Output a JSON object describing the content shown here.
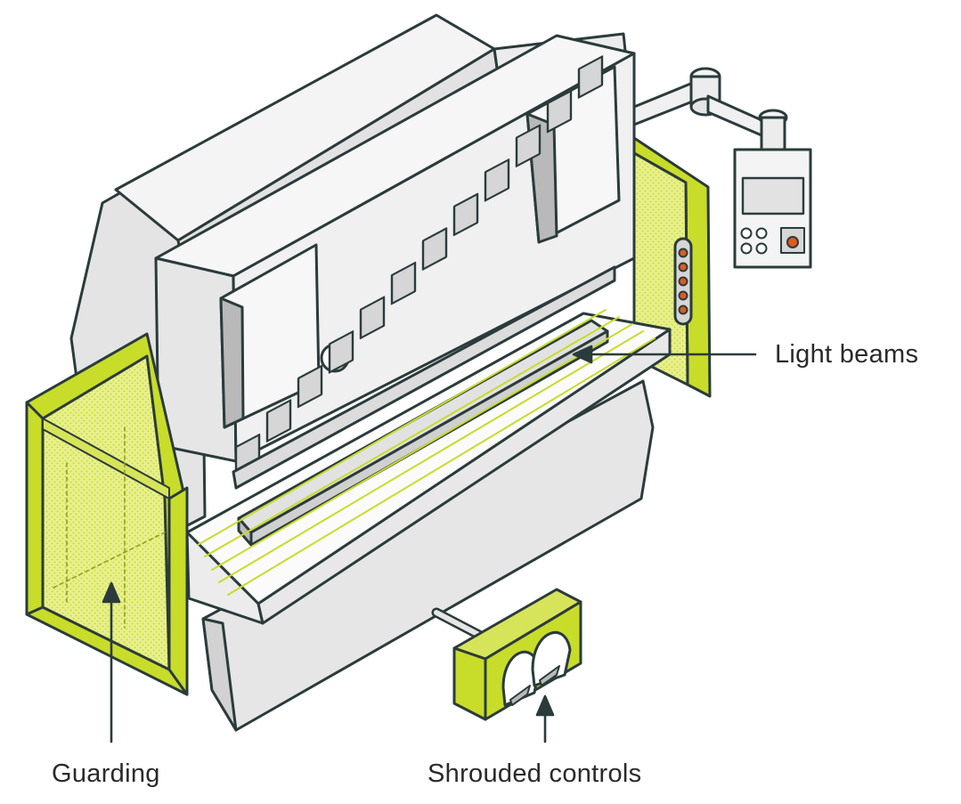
{
  "labels": {
    "light_beams": "Light beams",
    "guarding": "Guarding",
    "shrouded_controls": "Shrouded controls"
  },
  "colors": {
    "outline": "#2b3b3b",
    "machine_light": "#f2f2f2",
    "machine_mid": "#e4e4e4",
    "machine_dark": "#b9b9b9",
    "accent": "#c8dc2a",
    "accent_pale": "#e2ec8a",
    "indicator": "#e0591d"
  },
  "icons": [
    "pressure-gauge-icon",
    "arrow-left-icon",
    "arrow-up-icon",
    "emergency-stop-icon"
  ]
}
